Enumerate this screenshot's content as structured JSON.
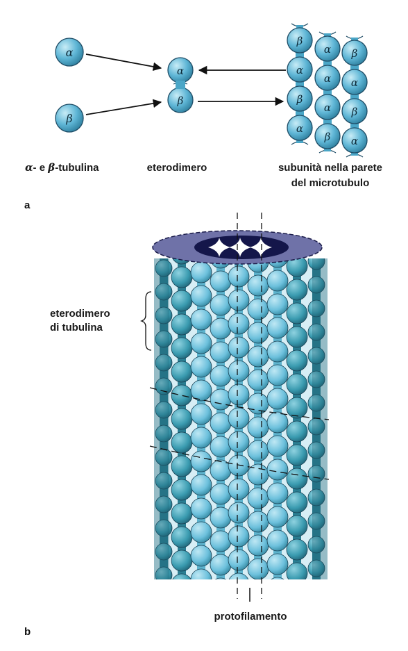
{
  "panel_a": {
    "letter": "a",
    "symbols": {
      "alpha": "α",
      "beta": "β"
    },
    "label_tubulin": {
      "greek_a": "α",
      "mid": "- e ",
      "greek_b": "β",
      "suffix": "-tubulina"
    },
    "label_heterodimer": "eterodimero",
    "label_wall": [
      "subunità nella parete",
      "del microtubulo"
    ]
  },
  "panel_b": {
    "letter": "b",
    "label_heterodimer": [
      "eterodimero",
      "di tubulina"
    ],
    "label_protofilament": "protofilamento"
  },
  "colors": {
    "subunit_fill": "#5fb6d6",
    "subunit_stroke": "#1f4d66",
    "tube_light": "#7cc8e0",
    "tube_dark": "#2f8fa3",
    "lumen_ring": "#6f72a8",
    "lumen_dark": "#14164a"
  }
}
